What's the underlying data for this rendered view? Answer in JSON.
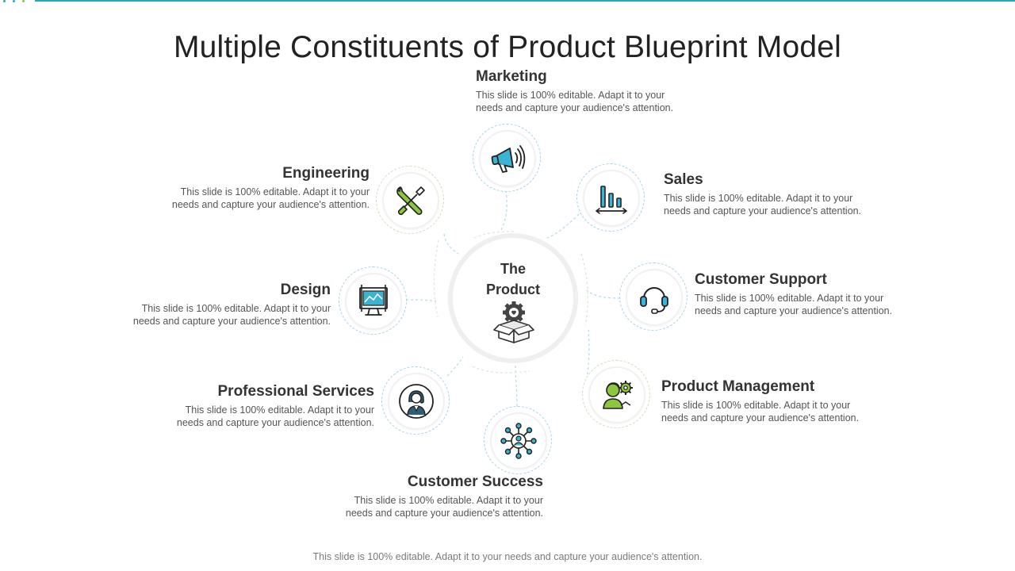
{
  "title": "Multiple Constituents of Product Blueprint Model",
  "center": {
    "line1": "The",
    "line2": "Product"
  },
  "colors": {
    "accent_blue": "#2aa8b8",
    "accent_green": "#8dc63f",
    "dark": "#333333"
  },
  "nodes": [
    {
      "id": "marketing",
      "title": "Marketing",
      "description": "This slide is 100% editable. Adapt it to your needs and capture your audience's attention.",
      "icon": "megaphone-icon"
    },
    {
      "id": "sales",
      "title": "Sales",
      "description": "This slide is 100% editable. Adapt it to your needs and capture your audience's attention.",
      "icon": "bar-chart-icon"
    },
    {
      "id": "customer-support",
      "title": "Customer Support",
      "description": "This slide is 100% editable. Adapt it to your needs and capture your audience's attention.",
      "icon": "headset-icon"
    },
    {
      "id": "product-management",
      "title": "Product Management",
      "description": "This slide is 100% editable. Adapt it to your needs and capture your audience's attention.",
      "icon": "manager-gear-icon"
    },
    {
      "id": "customer-success",
      "title": "Customer Success",
      "description": "This slide is 100% editable. Adapt it to your needs and capture your audience's attention.",
      "icon": "network-user-icon"
    },
    {
      "id": "professional-services",
      "title": "Professional Services",
      "description": "This slide is 100% editable. Adapt it to your needs and capture your audience's attention.",
      "icon": "businesswoman-icon"
    },
    {
      "id": "design",
      "title": "Design",
      "description": "This slide is 100% editable. Adapt it to your needs and capture your audience's attention.",
      "icon": "blueprint-monitor-icon"
    },
    {
      "id": "engineering",
      "title": "Engineering",
      "description": "This slide is 100% editable. Adapt it to your needs and capture your audience's attention.",
      "icon": "tools-icon"
    }
  ],
  "footer": "This slide is 100% editable. Adapt it to your needs and capture your audience's attention."
}
